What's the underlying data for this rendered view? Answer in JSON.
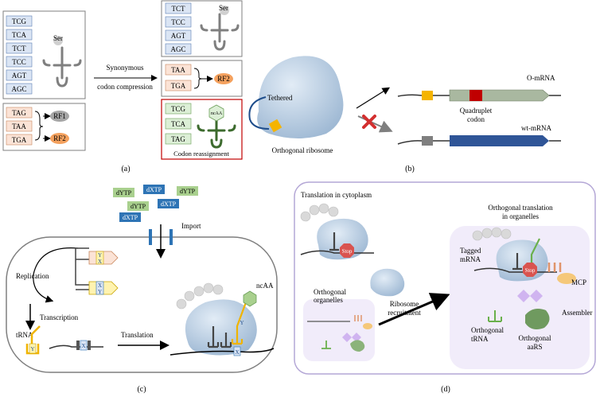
{
  "panel_a": {
    "left_codons": [
      "TCG",
      "TCA",
      "TCT",
      "TCC",
      "AGT",
      "AGC"
    ],
    "ser_label": "Ser",
    "stop_codons": [
      "TAG",
      "TAA",
      "TGA"
    ],
    "rf1": "RF1",
    "rf2": "RF2",
    "arrow_label_line1": "Synonymous",
    "arrow_label_line2": "codon compression",
    "right_top_codons": [
      "TCT",
      "TCC",
      "AGT",
      "AGC"
    ],
    "right_mid_codons": [
      "TAA",
      "TGA"
    ],
    "right_bottom_codons": [
      "TCG",
      "TCA",
      "TAG"
    ],
    "ncaa_label": "ncAA",
    "reassign_label": "Codon reassignment",
    "panel_label": "(a)"
  },
  "panel_b": {
    "tethered": "Tethered",
    "ribosome": "Orthogonal ribosome",
    "o_mrna": "O-mRNA",
    "quad_line1": "Quadruplet",
    "quad_line2": "codon",
    "wt_mrna": "wt-mRNA",
    "panel_label": "(b)"
  },
  "panel_c": {
    "nucleotides": [
      "dYTP",
      "dXTP",
      "dYTP",
      "dYTP",
      "dXTP",
      "dXTP"
    ],
    "import": "Import",
    "replication": "Replication",
    "transcription": "Transcription",
    "trna": "tRNA",
    "translation": "Translation",
    "ncaa": "ncAA",
    "x": "X",
    "y": "Y",
    "panel_label": "(c)"
  },
  "panel_d": {
    "title": "Translation in cytoplasm",
    "stop": "Stop",
    "orth_organelles_line1": "Orthogonal",
    "orth_organelles_line2": "organelles",
    "recruit_line1": "Ribosome",
    "recruit_line2": "recruitment",
    "orth_trans_line1": "Orthogonal translation",
    "orth_trans_line2": "in organelles",
    "tagged_line1": "Tagged",
    "tagged_line2": "mRNA",
    "mcp": "MCP",
    "assembler": "Assembler",
    "orth_trna_line1": "Orthogonal",
    "orth_trna_line2": "tRNA",
    "orth_aars_line1": "Orthogonal",
    "orth_aars_line2": "aaRS",
    "panel_label": "(d)"
  },
  "colors": {
    "codon_blue": "#dbe5f4",
    "codon_peach": "#fbe3d6",
    "codon_green": "#dcefd6",
    "rf_orange": "#f4a15e",
    "rf_gray": "#a6a6a6",
    "ribosome": "#b9cfe4",
    "dxtp": "#2e74b5",
    "dytp": "#a9d08e",
    "stop_red": "#d9534f",
    "trna_yellow": "#f0b400",
    "trna_green": "#6ab04c",
    "frame_purple": "#b4a7d6"
  }
}
